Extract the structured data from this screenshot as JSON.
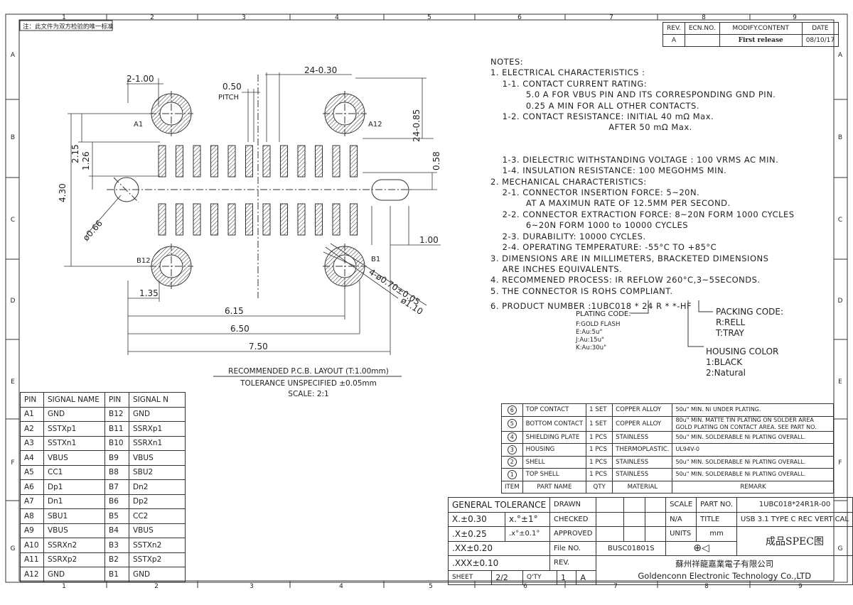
{
  "zone_cols": [
    "1",
    "2",
    "3",
    "4",
    "5",
    "6",
    "7",
    "8",
    "9"
  ],
  "zone_rows": [
    "A",
    "B",
    "C",
    "D",
    "E",
    "F",
    "G"
  ],
  "corner_note": "注：此文件为双方检验的唯一标准",
  "revision": {
    "headers": [
      "REV.",
      "ECN.NO.",
      "MODIFY.CONTENT",
      "DATE"
    ],
    "row": {
      "rev": "A",
      "ecn": "",
      "content": "First release",
      "date": "08/10/17"
    }
  },
  "drawing": {
    "dims": {
      "d2_100": "2-1.00",
      "d24_030": "24-0.30",
      "d050": "0.50",
      "pitch": "PITCH",
      "d24_085": "24-0.85",
      "a1": "A1",
      "a12": "A12",
      "b12": "B12",
      "b1": "B1",
      "d215": "2.15",
      "d126": "1.26",
      "d430": "4.30",
      "d058": "0.58",
      "d066": "ø0.66",
      "d100b": "1.00",
      "d4_070": "4-ø0.70±0.05",
      "d110": "ø1.10",
      "d135": "1.35",
      "d615": "6.15",
      "d650": "6.50",
      "d750": "7.50"
    },
    "caption": {
      "line1": "RECOMMENDED   P.C.B. LAYOUT (T:1.00mm)",
      "line2": "TOLERANCE UNSPECIFIED ±0.05mm",
      "line3": "SCALE: 2:1"
    }
  },
  "notes": {
    "lines": [
      "NOTES:",
      "1. ELECTRICAL CHARACTERISTICS :",
      "    1-1. CONTACT CURRENT RATING:",
      "            5.0 A FOR VBUS PIN AND ITS CORRESPONDING GND PIN.",
      "            0.25 A MIN FOR ALL OTHER CONTACTS.",
      "    1-2. CONTACT RESISTANCE: INITIAL 40 mΩ Max.",
      "                                        AFTER 50 mΩ Max.",
      "",
      "",
      "    1-3. DIELECTRIC WITHSTANDING VOLTAGE : 100 VRMS AC MIN.",
      "    1-4. INSULATION RESISTANCE: 100 MEGOHMS MIN.",
      "2. MECHANICAL CHARACTERISTICS:",
      "    2-1. CONNECTOR INSERTION FORCE: 5~20N.",
      "            AT A MAXIMUN RATE OF 12.5MM PER SECOND.",
      "    2-2. CONNECTOR EXTRACTION FORCE: 8~20N FORM 1000 CYCLES",
      "            6~20N FORM 1000 to 10000 CYCLES",
      "    2-3. DURABILITY: 10000 CYCLES.",
      "    2-4. OPERATING TEMPERATURE: -55°C TO +85°C",
      "3. DIMENSIONS ARE IN MILLIMETERS, BRACKETED DIMENSIONS",
      "    ARE INCHES EQUIVALENTS.",
      "4. RECOMMENED PROCESS: IR REFLOW 260°C,3~5SECONDS.",
      "5. THE CONNECTOR IS ROHS COMPLIANT."
    ],
    "product_number": "6.  PRODUCT NUMBER :1UBC018 * 24 R * *-HF",
    "plating": {
      "title": "PLATING CODE:",
      "items": [
        "F:GOLD FLASH",
        "E:Au:5u\"",
        "J:Au:15u\"",
        "K:Au:30u\""
      ]
    },
    "packing": {
      "title": "PACKING CODE:",
      "items": [
        "R:RELL",
        "T:TRAY"
      ]
    },
    "housing": {
      "title": "HOUSING COLOR",
      "items": [
        "1:BLACK",
        "2:Natural"
      ]
    }
  },
  "pin_table": {
    "headers": [
      "PIN",
      "SIGNAL NAME",
      "PIN",
      "SIGNAL N"
    ],
    "rows": [
      [
        "A1",
        "GND",
        "B12",
        "GND"
      ],
      [
        "A2",
        "SSTXp1",
        "B11",
        "SSRXp1"
      ],
      [
        "A3",
        "SSTXn1",
        "B10",
        "SSRXn1"
      ],
      [
        "A4",
        "VBUS",
        "B9",
        "VBUS"
      ],
      [
        "A5",
        "CC1",
        "B8",
        "SBU2"
      ],
      [
        "A6",
        "Dp1",
        "B7",
        "Dn2"
      ],
      [
        "A7",
        "Dn1",
        "B6",
        "Dp2"
      ],
      [
        "A8",
        "SBU1",
        "B5",
        "CC2"
      ],
      [
        "A9",
        "VBUS",
        "B4",
        "VBUS"
      ],
      [
        "A10",
        "SSRXn2",
        "B3",
        "SSTXn2"
      ],
      [
        "A11",
        "SSRXp2",
        "B2",
        "SSTXp2"
      ],
      [
        "A12",
        "GND",
        "B1",
        "GND"
      ]
    ]
  },
  "parts_table": {
    "rows": [
      {
        "no": "6",
        "name": "TOP CONTACT",
        "qty": "1 SET",
        "mat": "COPPER ALLOY",
        "remark": "50u\" MIN. Ni UNDER PLATING."
      },
      {
        "no": "5",
        "name": "BOTTOM CONTACT",
        "qty": "1 SET",
        "mat": "COPPER ALLOY",
        "remark": "80u\" MIN. MATTE TIN PLATING ON SOLDER AREA GOLD PLATING ON CONTACT AREA. SEE PART NO."
      },
      {
        "no": "4",
        "name": "SHIELDING PLATE",
        "qty": "1 PCS",
        "mat": "STAINLESS",
        "remark": "50u\" MIN. SOLDERABLE Ni PLATING OVERALL."
      },
      {
        "no": "3",
        "name": "HOUSING",
        "qty": "1 PCS",
        "mat": "THERMOPLASTIC.",
        "remark": "UL94V-0"
      },
      {
        "no": "2",
        "name": "SHELL",
        "qty": "1 PCS",
        "mat": "STAINLESS",
        "remark": "50u\" MIN. SOLDERABLE Ni PLATING OVERALL."
      },
      {
        "no": "1",
        "name": "TOP SHELL",
        "qty": "1 PCS",
        "mat": "STAINLESS",
        "remark": "50u\" MIN. SOLDERABLE Ni PLATING OVERALL."
      }
    ],
    "headers": [
      "ITEM",
      "PART NAME",
      "QTY",
      "MATERIAL",
      "REMARK"
    ]
  },
  "title_block": {
    "general_tolerance": "GENERAL TOLERANCE",
    "tol": [
      {
        "lin": "X.±0.30",
        "ang": "x.°±1°"
      },
      {
        "lin": ".X±0.25",
        "ang": ".x°±0.1°"
      },
      {
        "lin": ".XX±0.20",
        "ang": ""
      },
      {
        "lin": ".XXX±0.10",
        "ang": ""
      }
    ],
    "drawn": "DRAWN",
    "checked": "CHECKED",
    "approved": "APPROVED",
    "file_no_label": "File NO.",
    "file_no": "BUSC01801S",
    "rev_label": "REV.",
    "rev": "A",
    "scale_label": "SCALE",
    "part_no_label": "PART NO.",
    "part_no": "1UBC018*24R1R-00",
    "na": "N/A",
    "title_label": "TITLE",
    "title": "USB 3.1 TYPE C REC VERTICAL",
    "units_label": "UNITS",
    "units": "mm",
    "spec": "成品SPEC图",
    "sheet_label": "SHEET",
    "sheet": "2/2",
    "qty_label": "Q'TY",
    "qty": "1",
    "sheet_rev": "A",
    "company_cn": "蘇州祥龍嘉業電子有限公司",
    "company_en": "Goldenconn Electronic Technology Co.,LTD"
  }
}
